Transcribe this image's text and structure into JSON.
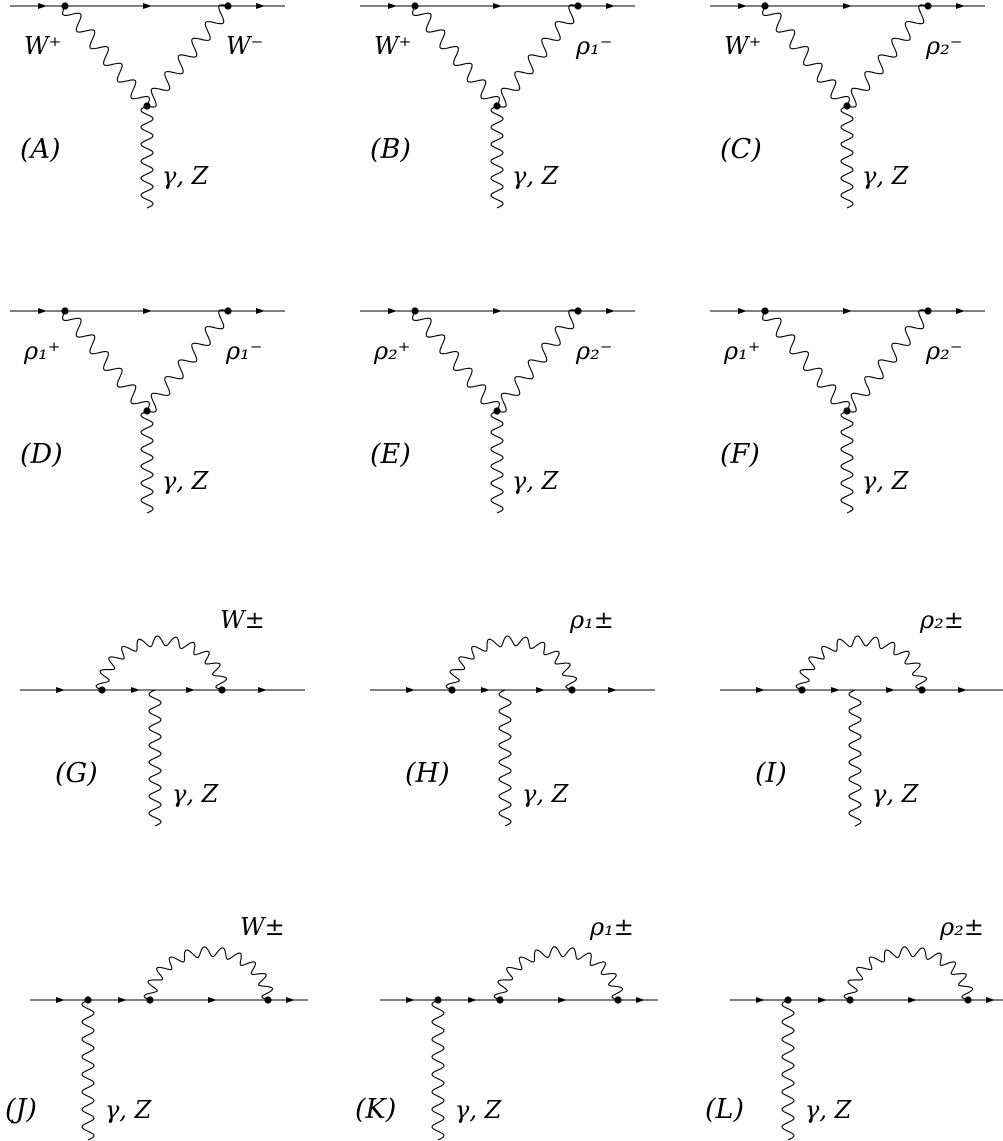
{
  "diagrams": [
    {
      "id": "A",
      "tag": "(A)",
      "type": "triangle",
      "left": "W⁺",
      "right": "W⁻",
      "bottom": "γ, Z"
    },
    {
      "id": "B",
      "tag": "(B)",
      "type": "triangle",
      "left": "W⁺",
      "right": "ρ₁⁻",
      "bottom": "γ, Z"
    },
    {
      "id": "C",
      "tag": "(C)",
      "type": "triangle",
      "left": "W⁺",
      "right": "ρ₂⁻",
      "bottom": "γ, Z"
    },
    {
      "id": "D",
      "tag": "(D)",
      "type": "triangle",
      "left": "ρ₁⁺",
      "right": "ρ₁⁻",
      "bottom": "γ, Z"
    },
    {
      "id": "E",
      "tag": "(E)",
      "type": "triangle",
      "left": "ρ₂⁺",
      "right": "ρ₂⁻",
      "bottom": "γ, Z"
    },
    {
      "id": "F",
      "tag": "(F)",
      "type": "triangle",
      "left": "ρ₁⁺",
      "right": "ρ₂⁻",
      "bottom": "γ, Z"
    },
    {
      "id": "G",
      "tag": "(G)",
      "type": "vertex",
      "arc": "W±",
      "bottom": "γ, Z"
    },
    {
      "id": "H",
      "tag": "(H)",
      "type": "vertex",
      "arc": "ρ₁±",
      "bottom": "γ, Z"
    },
    {
      "id": "I",
      "tag": "(I)",
      "type": "vertex",
      "arc": "ρ₂±",
      "bottom": "γ, Z"
    },
    {
      "id": "J",
      "tag": "(J)",
      "type": "leg",
      "arc": "W±",
      "bottom": "γ, Z"
    },
    {
      "id": "K",
      "tag": "(K)",
      "type": "leg",
      "arc": "ρ₁±",
      "bottom": "γ, Z"
    },
    {
      "id": "L",
      "tag": "(L)",
      "type": "leg",
      "arc": "ρ₂±",
      "bottom": "γ, Z"
    }
  ]
}
